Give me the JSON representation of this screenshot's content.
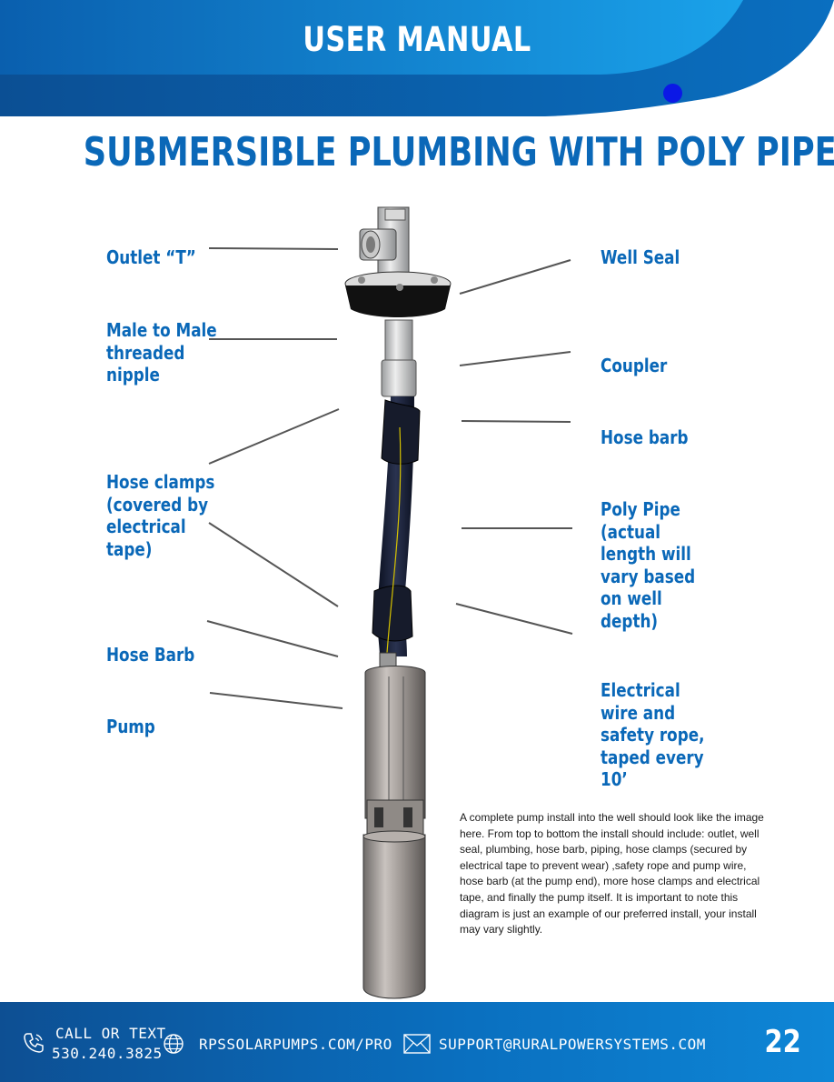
{
  "header": {
    "title": "USER MANUAL"
  },
  "page_title": "SUBMERSIBLE PLUMBING WITH POLY PIPE",
  "labels_left": [
    "Outlet “T”",
    "Male to Male\nthreaded\nnipple",
    "Hose clamps\n(covered by\nelectrical\ntape)",
    "Hose Barb",
    "Pump"
  ],
  "labels_right": [
    "Well Seal",
    "Coupler",
    "Hose barb",
    "Poly Pipe\n(actual\nlength will\nvary based\non well\ndepth)",
    "Electrical\nwire and\nsafety rope,\ntaped every\n10’"
  ],
  "description": "A complete pump install into the well should look like the image here. From top to bottom the install should include: outlet, well seal, plumbing, hose barb, piping, hose clamps (secured by electrical tape to prevent wear) ,safety rope and pump wire, hose barb (at the pump end), more hose clamps and electrical tape, and finally the pump itself. It is important to note this diagram is just an example of our preferred install, your install may vary slightly.",
  "footer": {
    "call_label": "CALL OR TEXT",
    "phone": "530.240.3825",
    "website": "RPSSOLARPUMPS.COM/PRO",
    "email": "SUPPORT@RURALPOWERSYSTEMS.COM",
    "page_number": "22",
    "icons": [
      "phone-icon",
      "globe-icon",
      "envelope-icon"
    ]
  },
  "colors": {
    "brand_blue": "#0a68b8",
    "header_dark": "#0b4f94",
    "header_light": "#1aa0e8",
    "accent_dot": "#0b18e6"
  }
}
